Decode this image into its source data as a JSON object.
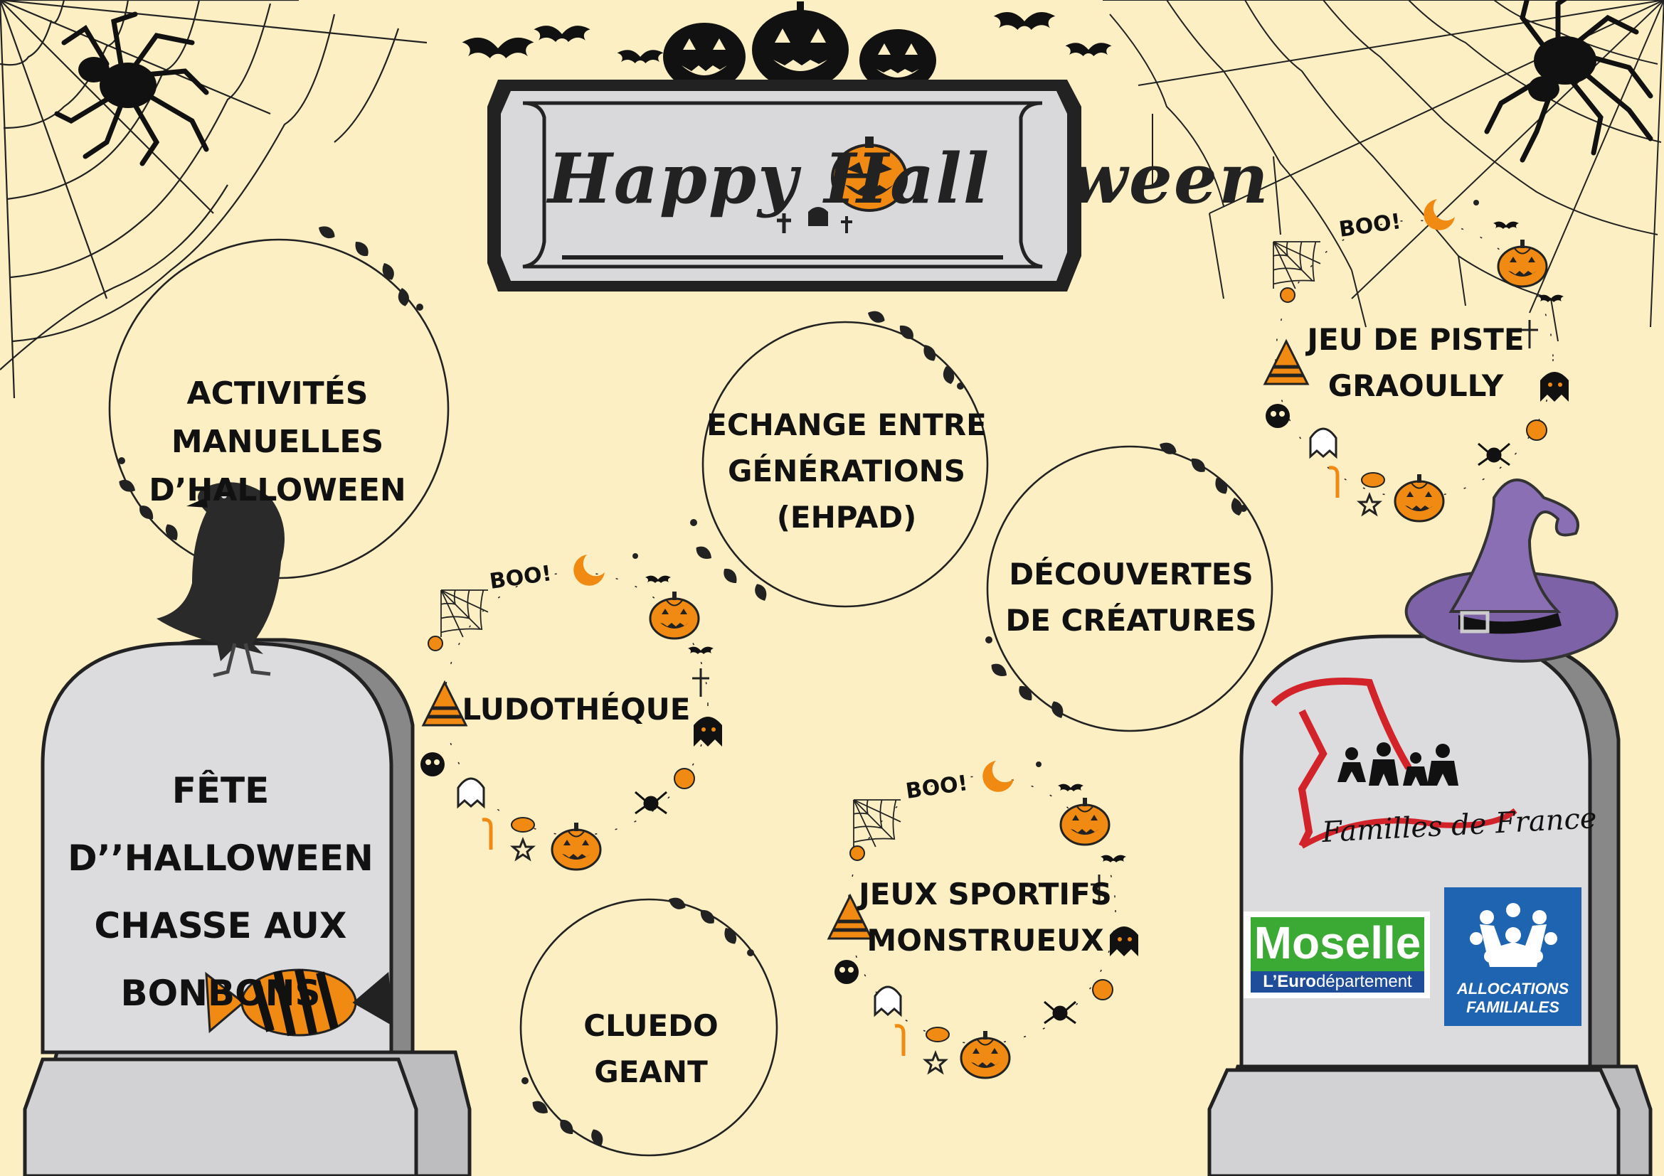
{
  "header": {
    "title_part1": "Happy Hall",
    "title_part2": "ween"
  },
  "activities": {
    "manuelles": [
      "ACTIVITÉS  MANUELLES",
      "D’HALLOWEEN"
    ],
    "echange": [
      "ECHANGE ENTRE",
      "GÉNÉRATIONS",
      "(EHPAD)"
    ],
    "decouvertes": [
      "DÉCOUVERTES",
      "DE CRÉATURES"
    ],
    "ludotheque": [
      "LUDOTHÉQUE"
    ],
    "jeu_piste": [
      "JEU DE PISTE",
      "GRAOULLY"
    ],
    "jeux_sportifs": [
      "JEUX SPORTIFS",
      "MONSTRUEUX"
    ],
    "cluedo": [
      "CLUEDO GEANT"
    ]
  },
  "tombstone_left": [
    "FÊTE D’’HALLOWEEN",
    "CHASSE AUX",
    "BONBONS"
  ],
  "boo": "BOO!",
  "logos": {
    "familles": "Familles de France",
    "moselle": "Moselle",
    "moselle_sub_a": "L’Euro",
    "moselle_sub_b": "département",
    "caf_line1": "ALLOCATIONS",
    "caf_line2": "FAMILIALES"
  },
  "colors": {
    "background": "#fcefc4",
    "pumpkin": "#f08a12",
    "tombstone": "#dcdcde",
    "witch_hat": "#8b6fb4",
    "moselle_green": "#3aaa35",
    "caf_blue": "#1f64b0",
    "familles_red": "#d2232a"
  }
}
